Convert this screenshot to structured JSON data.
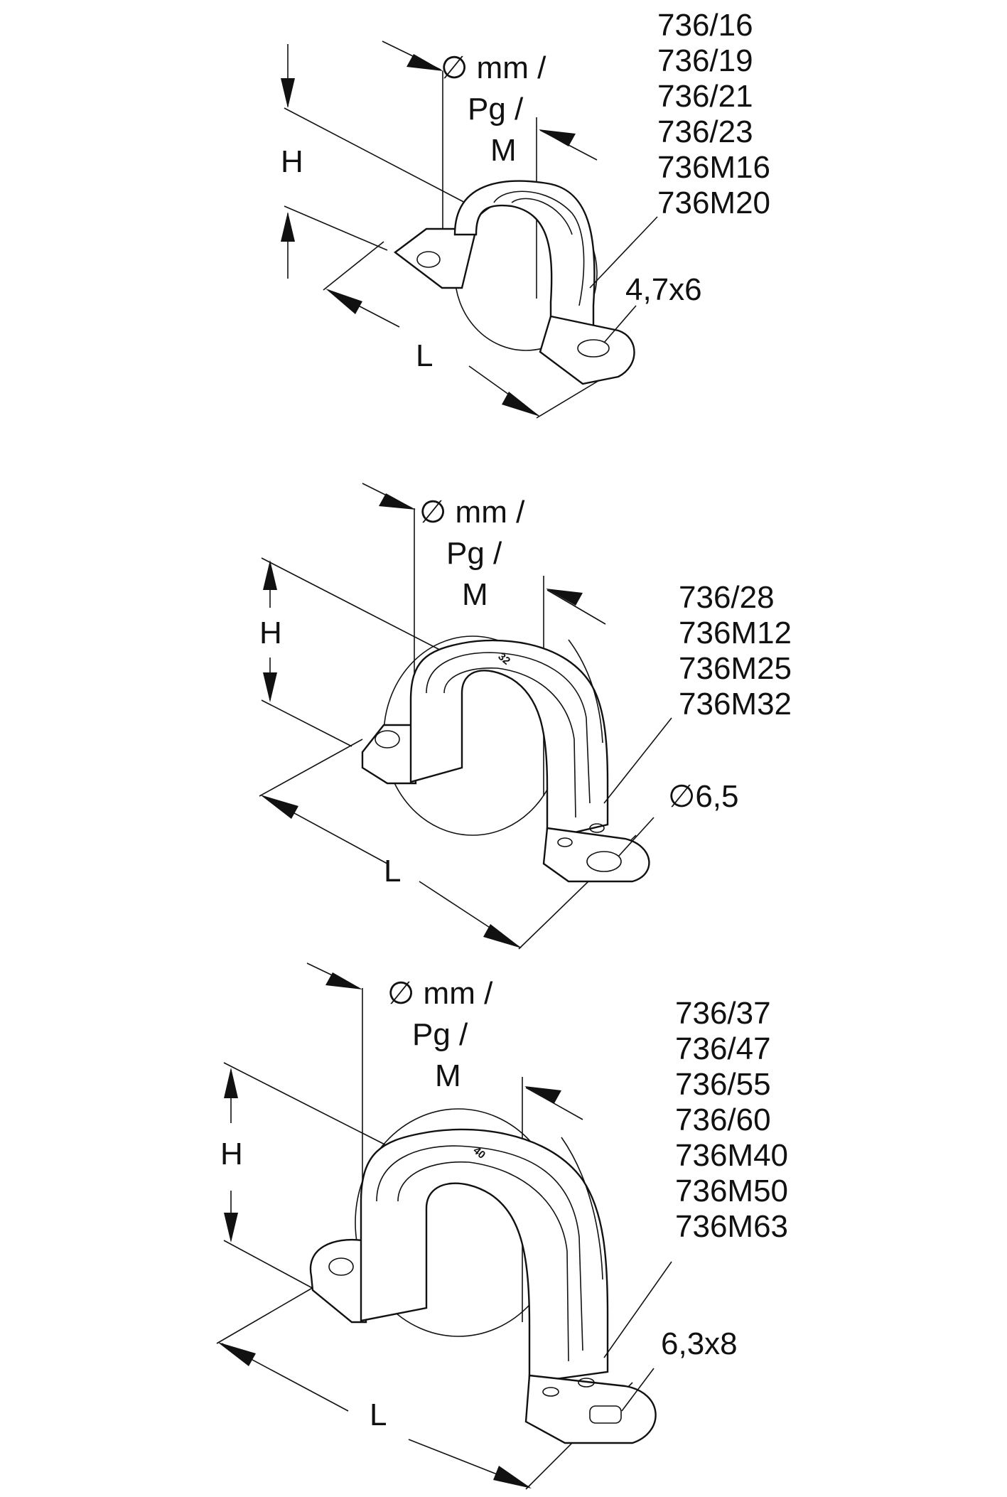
{
  "diagrams": [
    {
      "dia_line1": "∅ mm /",
      "dia_line2": "Pg /",
      "dia_line3": "M",
      "height_label": "H",
      "length_label": "L",
      "article_numbers": [
        "736/16",
        "736/19",
        "736/21",
        "736/23",
        "736M16",
        "736M20"
      ],
      "hole_label": "4,7x6",
      "size_mark": ""
    },
    {
      "dia_line1": "∅ mm /",
      "dia_line2": "Pg /",
      "dia_line3": "M",
      "height_label": "H",
      "length_label": "L",
      "article_numbers": [
        "736/28",
        "736M12",
        "736M25",
        "736M32"
      ],
      "hole_label": "∅6,5",
      "size_mark": "32"
    },
    {
      "dia_line1": "∅ mm /",
      "dia_line2": "Pg /",
      "dia_line3": "M",
      "height_label": "H",
      "length_label": "L",
      "article_numbers": [
        "736/37",
        "736/47",
        "736/55",
        "736/60",
        "736M40",
        "736M50",
        "736M63"
      ],
      "hole_label": "6,3x8",
      "size_mark": "40"
    }
  ]
}
